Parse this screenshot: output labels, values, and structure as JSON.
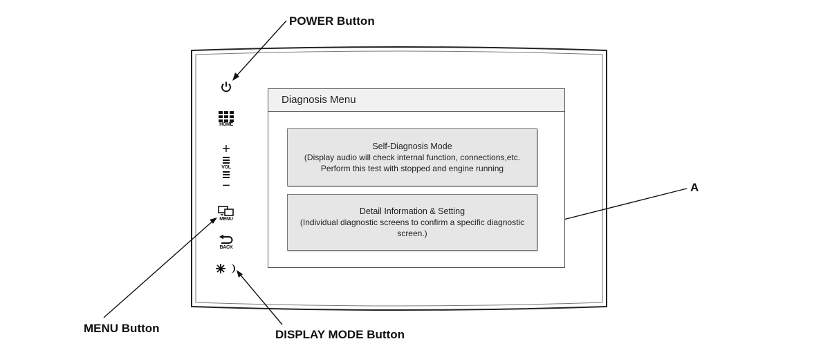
{
  "callouts": {
    "power": "POWER Button",
    "menu": "MENU Button",
    "display_mode": "DISPLAY MODE Button",
    "a": "A"
  },
  "buttons": {
    "power": {
      "icon": "power-icon"
    },
    "home": {
      "icon": "grid-icon",
      "caption": "HOME"
    },
    "volume": {
      "plus": "+",
      "caption": "VOL",
      "minus": "−",
      "icon": "volume-bars-icon"
    },
    "menu": {
      "icon": "menu-screens-icon",
      "caption": "MENU"
    },
    "back": {
      "icon": "back-arrow-icon",
      "caption": "BACK"
    },
    "display_mode": {
      "icon": "sun-moon-icon"
    }
  },
  "screen": {
    "title": "Diagnosis Menu",
    "options": [
      {
        "title": "Self-Diagnosis Mode",
        "line1": "(Display audio will check internal function, connections,etc.",
        "line2": "Perform this test with stopped and engine running"
      },
      {
        "title": "Detail Information & Setting",
        "line1": "(Individual diagnostic screens to confirm a specific diagnostic",
        "line2": "screen.)"
      }
    ]
  },
  "colors": {
    "ink": "#111111",
    "option_fill": "#e6e6e6",
    "title_bar_fill": "#f1f1f1"
  }
}
